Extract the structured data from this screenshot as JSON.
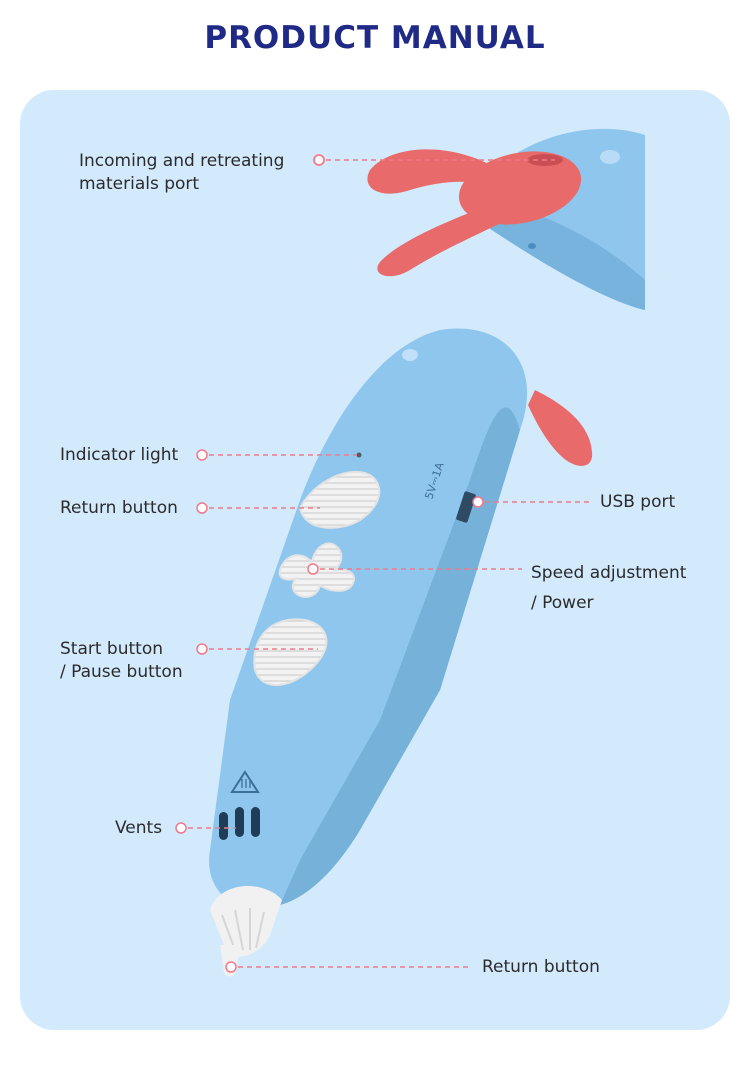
{
  "header": {
    "title": "PRODUCT MANUAL"
  },
  "callouts": {
    "materials_port": [
      "Incoming and retreating",
      "materials port"
    ],
    "indicator_light": "Indicator light",
    "return_button_top": "Return button",
    "usb_port": "USB port",
    "speed_adjustment": [
      "Speed adjustment",
      "/ Power"
    ],
    "start_button": [
      "Start button",
      "/ Pause button"
    ],
    "vents": "Vents",
    "return_button_nozzle": "Return button"
  },
  "pen": {
    "side_text": "5V⎓1A",
    "body_color": "#8fc6ee",
    "ear_color": "#e86a6b",
    "button_color": "#f1f1f1"
  },
  "colors": {
    "title": "#1f2a86",
    "panel": "#d3eafd",
    "leader": "#f07a8a"
  }
}
